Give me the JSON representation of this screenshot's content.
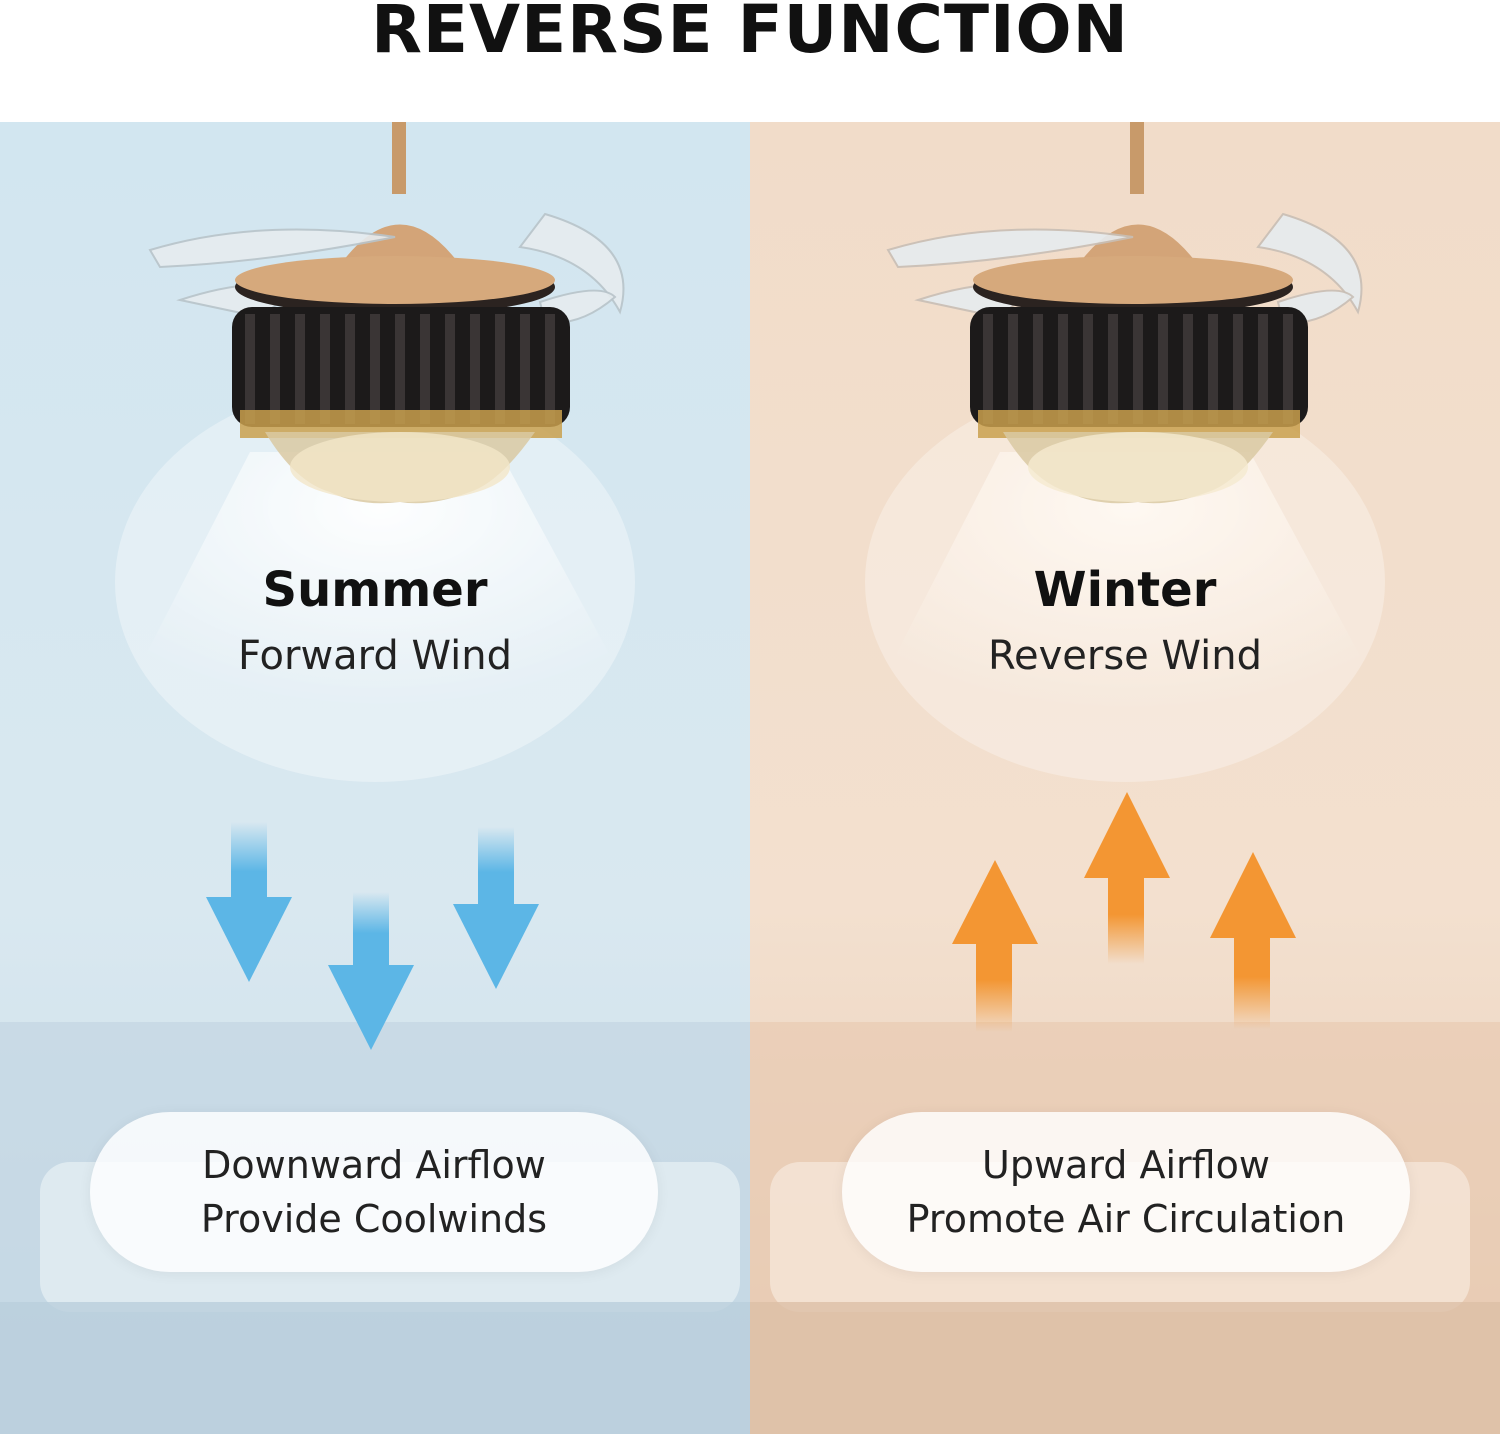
{
  "title": "REVERSE FUNCTION",
  "colors": {
    "summer_bg": "#d6e8f1",
    "winter_bg": "#f3ddcb",
    "down_arrow": "#5cb6e6",
    "up_arrow": "#f39633",
    "pill_bg": "#ffffff"
  },
  "summer": {
    "season": "Summer",
    "mode": "Forward Wind",
    "airflow": "Downward Airflow",
    "benefit": "Provide Coolwinds",
    "arrow_icon": "arrow-down-icon"
  },
  "winter": {
    "season": "Winter",
    "mode": "Reverse Wind",
    "airflow": "Upward Airflow",
    "benefit": "Promote Air Circulation",
    "arrow_icon": "arrow-up-icon"
  }
}
